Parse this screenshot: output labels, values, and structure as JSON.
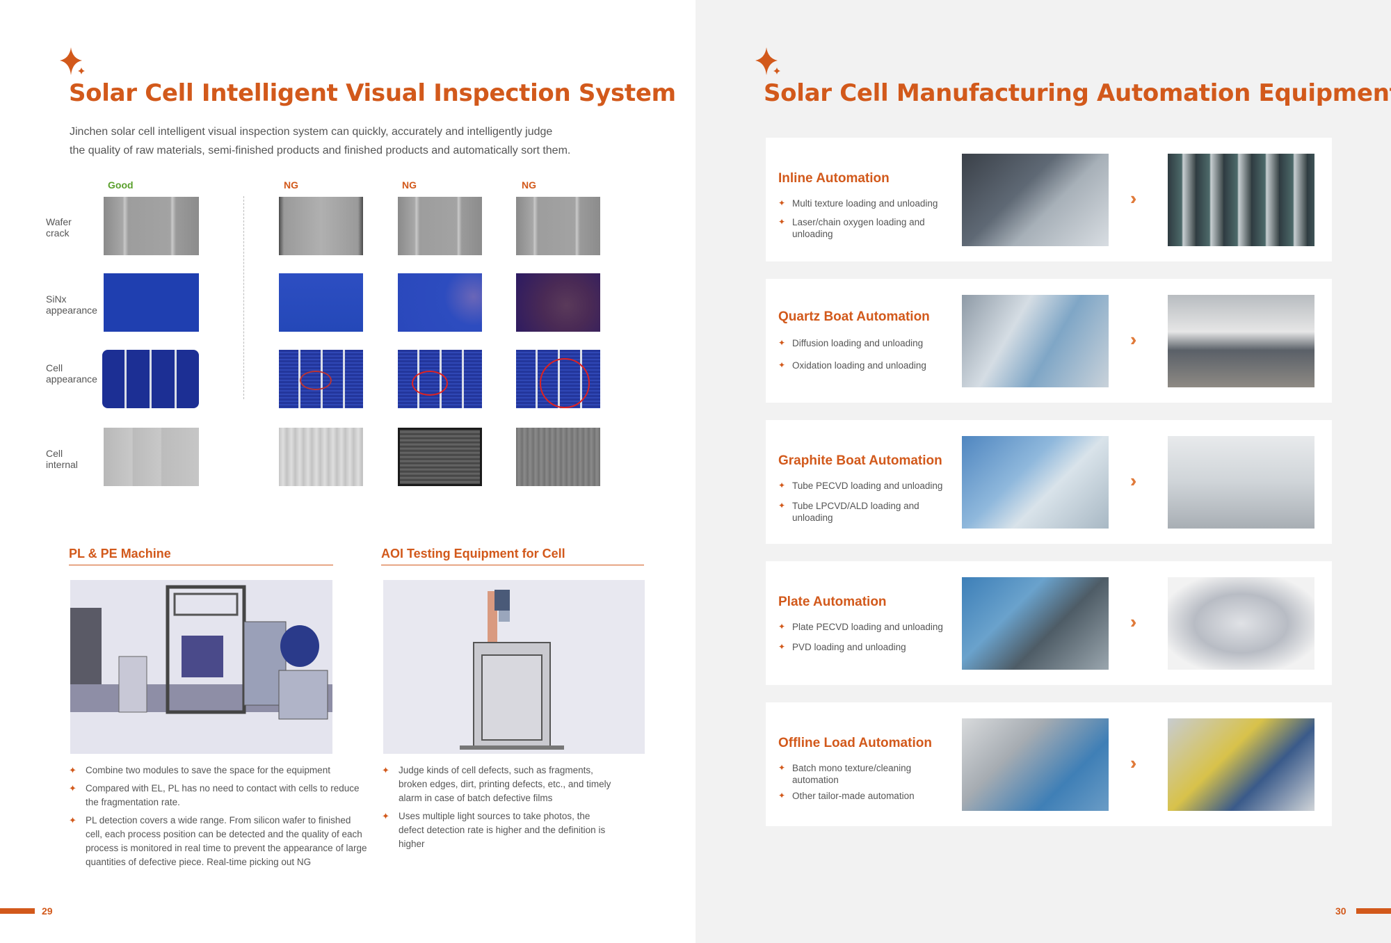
{
  "left_page": {
    "title": "Solar Cell Intelligent Visual Inspection System",
    "intro": [
      "Jinchen solar cell intelligent visual inspection system can quickly, accurately and intelligently judge",
      "the quality of  raw materials, semi-finished products and finished products and automatically sort them."
    ],
    "columns": [
      "Good",
      "NG",
      "NG",
      "NG"
    ],
    "rows": [
      {
        "line1": "Wafer",
        "line2": "crack"
      },
      {
        "line1": "SiNx",
        "line2": "appearance"
      },
      {
        "line1": "Cell",
        "line2": "appearance"
      },
      {
        "line1": "Cell",
        "line2": "internal"
      }
    ],
    "pl_pe": {
      "heading": "PL & PE Machine",
      "bullets": [
        "Combine two modules to save the space for the equipment",
        "Compared with EL, PL has no need to contact with cells to reduce the fragmentation rate.",
        "PL detection covers a wide range. From silicon wafer to finished cell, each process position can be detected and the quality of each process is monitored in real time to prevent the appearance of large quantities of defective piece. Real-time picking out NG"
      ]
    },
    "aoi": {
      "heading": "AOI Testing Equipment for Cell",
      "bullets": [
        "Judge kinds of cell defects, such as fragments, broken edges, dirt, printing defects, etc., and timely alarm in case of batch defective films",
        "Uses multiple light sources to take photos, the defect detection rate is higher and the definition is higher"
      ]
    },
    "page_number": "29"
  },
  "right_page": {
    "title": "Solar Cell Manufacturing Automation Equipment",
    "cards": [
      {
        "title": "Inline Automation",
        "bullets": [
          "Multi texture loading and unloading",
          "Laser/chain oxygen loading and unloading"
        ]
      },
      {
        "title": "Quartz Boat Automation",
        "bullets": [
          "Diffusion loading and unloading",
          "Oxidation loading and unloading"
        ]
      },
      {
        "title": "Graphite Boat Automation",
        "bullets": [
          "Tube PECVD loading and unloading",
          "Tube LPCVD/ALD loading and unloading"
        ]
      },
      {
        "title": "Plate Automation",
        "bullets": [
          "Plate PECVD loading and unloading",
          "PVD loading and unloading"
        ]
      },
      {
        "title": "Offline Load Automation",
        "bullets": [
          "Batch mono texture/cleaning automation",
          "Other tailor-made  automation"
        ]
      }
    ],
    "page_number": "30"
  },
  "colors": {
    "accent": "#d2591b",
    "good": "#5aa02c",
    "right_bg": "#f2f2f2"
  }
}
